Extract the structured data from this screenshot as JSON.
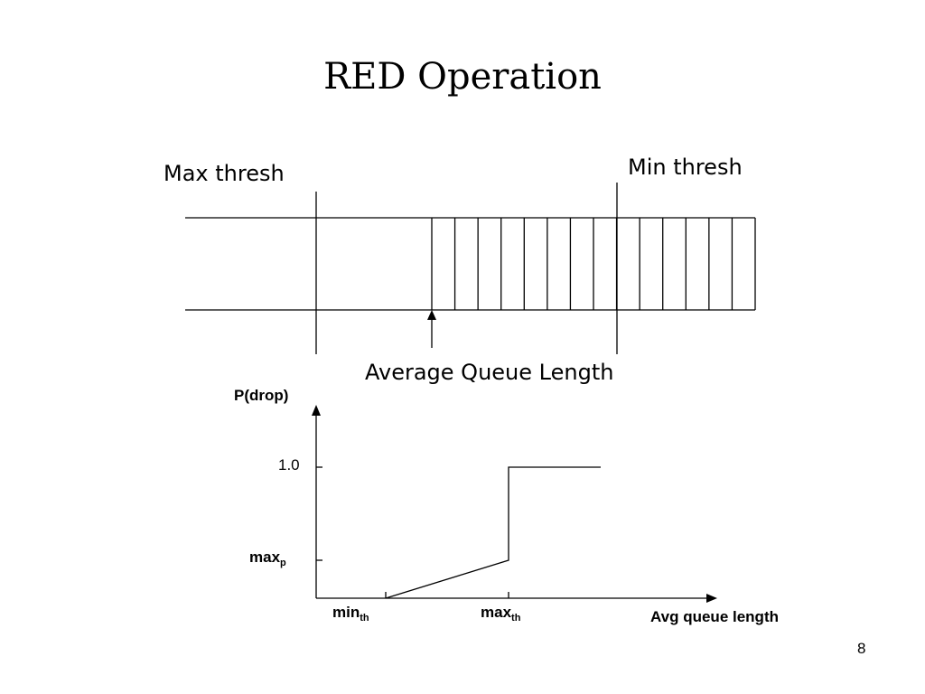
{
  "slide": {
    "title": "RED Operation",
    "page_number": "8"
  },
  "queue_diagram": {
    "max_thresh_label": "Max thresh",
    "min_thresh_label": "Min thresh",
    "avg_queue_label": "Average Queue Length",
    "filled_slots": 14
  },
  "graph": {
    "y_axis_label": "P(drop)",
    "x_axis_label": "Avg queue length",
    "y_tick_one": "1.0",
    "y_tick_maxp": {
      "base": "max",
      "sub": "p"
    },
    "x_tick_min": {
      "base": "min",
      "sub": "th"
    },
    "x_tick_max": {
      "base": "max",
      "sub": "th"
    }
  }
}
